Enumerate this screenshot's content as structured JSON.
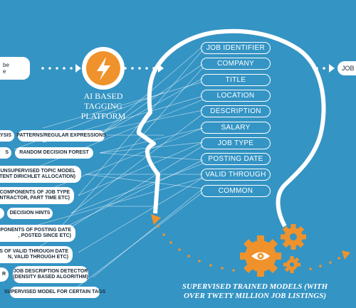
{
  "colors": {
    "background": "#3494c4",
    "accent": "#f0922b",
    "white": "#ffffff",
    "pill_text": "#1c2b3a"
  },
  "left_input_text": {
    "line1": "be",
    "line2": "e"
  },
  "right_output_text": "JOB",
  "platform": {
    "icon": "lightning-bolt-icon",
    "caption_line1": "AI BASED",
    "caption_line2": "TAGGING",
    "caption_line3": "PLATFORM"
  },
  "job_fields": [
    "JOB IDENTIFIER",
    "COMPANY",
    "TITLE",
    "LOCATION",
    "DESCRIPTION",
    "SALARY",
    "JOB TYPE",
    "POSTING DATE",
    "VALID THROUGH",
    "COMMON"
  ],
  "techniques": {
    "t1": "LYSIS",
    "t2": "PATTERNS/REGULAR EXPRESSIONS",
    "t3": "S",
    "t4": "RANDOM DECISION FOREST",
    "t5_line1": "UNSUPERVISED TOPIC MODEL",
    "t5_line2": "(LATENT DIRICHLET ALLOCATION)",
    "t6_line1": "CT COMPONENTS OF JOB TYPE",
    "t6_line2": "NTRACTOR, PART TIME ETC)",
    "t7": "DECISION HINTS",
    "t8_line1": "OMPONENTS OF POSTING DATE",
    "t8_line2": ", POSTED SINCE ETC)",
    "t9_line1": "MPONENTS OF VALID THROUGH DATE",
    "t9_line2": "N, VALID THROUGH ETC)",
    "t10": "R",
    "t11_line1": "JOB DESCRIPTION DETECTOR",
    "t11_line2": "(DENSITY BASED ALGORITHM)",
    "t12": "SUPERVISED MODEL FOR CERTAIN TAGS"
  },
  "models": {
    "icon": "gears-eye-icon",
    "caption_line1": "SUPERVISED TRAINED MODELS (WITH",
    "caption_line2": "OVER TWETY MILLION JOB LISTINGS)"
  }
}
